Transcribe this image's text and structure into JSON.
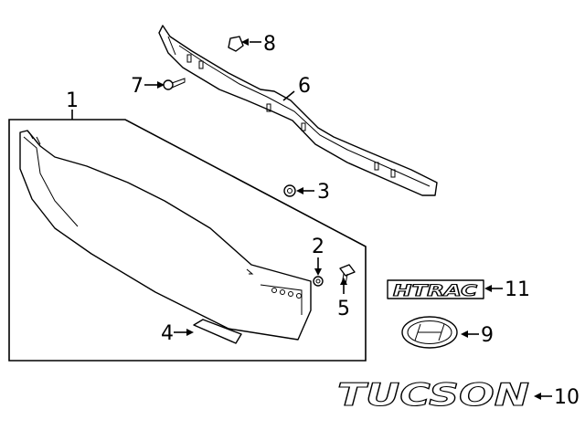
{
  "callouts": {
    "c1": "1",
    "c2": "2",
    "c3": "3",
    "c4": "4",
    "c5": "5",
    "c6": "6",
    "c7": "7",
    "c8": "8",
    "c9": "9",
    "c10": "10",
    "c11": "11"
  },
  "emblems": {
    "htrac": "HTRAC",
    "tucson": "TUCSON"
  }
}
